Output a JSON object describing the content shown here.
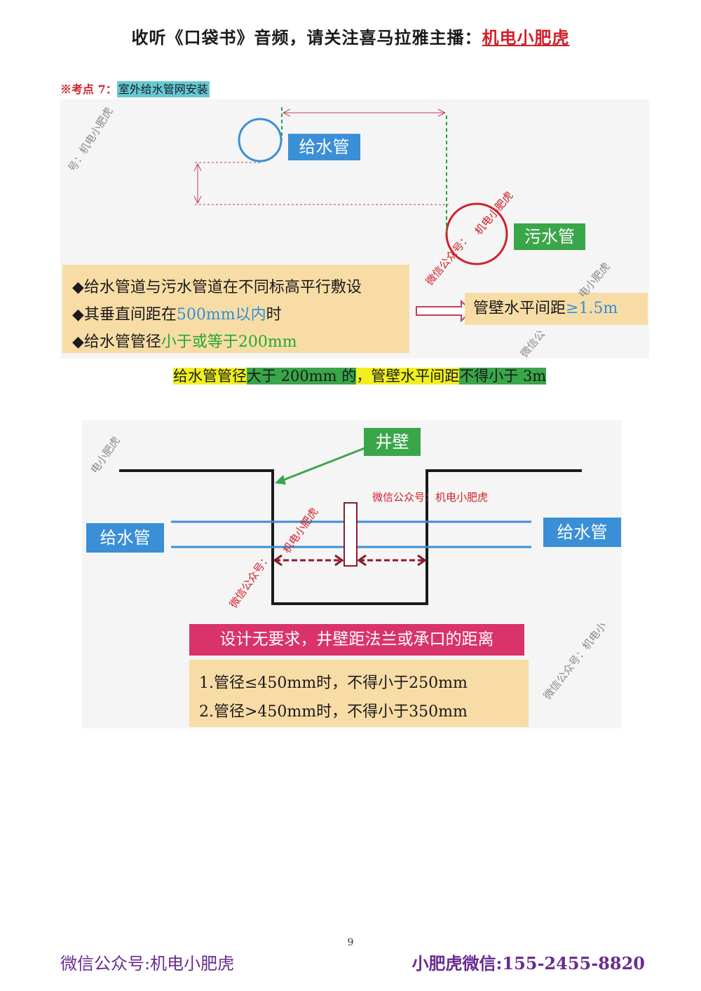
{
  "header": {
    "prefix": "收听《口袋书》音频，请关注喜马拉雅主播：",
    "highlight": "机电小肥虎"
  },
  "section": {
    "label": "※考点 7：",
    "topic": "室外给水管网安装"
  },
  "diagram1": {
    "water_pipe_tag": "给水管",
    "sewage_pipe_tag": "污水管",
    "box_lines": [
      {
        "prefix": "◆给水管道与污水管道在不同标高平行敷设",
        "highlight": "",
        "suffix": ""
      },
      {
        "prefix": "◆其垂直间距在",
        "highlight": "500mm以内",
        "suffix": "时"
      },
      {
        "prefix": "◆给水管管径",
        "highlight": "小于或等于200mm",
        "suffix": ""
      }
    ],
    "result": {
      "prefix": "管壁水平间距",
      "highlight": "≥1.5m"
    }
  },
  "rule_line": {
    "part1": "给水管管径",
    "part2": "大于 200mm 的，管壁水平间距",
    "part3": "不得小于 3m"
  },
  "diagram2": {
    "well_wall_tag": "井壁",
    "left_pipe_tag": "给水管",
    "right_pipe_tag": "给水管",
    "design_title": "设计无要求，井壁距法兰或承口的距离",
    "rules": [
      "1.管径≤450mm时，不得小于250mm",
      "2.管径>450mm时，不得小于350mm"
    ]
  },
  "watermarks": {
    "w1": "号：机电小肥虎",
    "w2": "机电小肥虎",
    "w3": "微信公众号：",
    "w4": "电小肥虎",
    "w5": "微信公",
    "w6": "电小肥虎",
    "w7": "微信公众号：机电小肥虎",
    "w8": "机电小肥虎",
    "w9": "微信公众号：",
    "w10": "微信公众号：机电小"
  },
  "page_number": "9",
  "footer": {
    "left": "微信公众号:机电小肥虎",
    "right": "小肥虎微信:155-2455-8820"
  },
  "colors": {
    "red": "#d0202a",
    "blue": "#3a8fd6",
    "green": "#3aa64a",
    "tan": "#f8dca6",
    "pink": "#d9336a",
    "purple": "#6a2c91",
    "yellow": "#f0f020"
  }
}
